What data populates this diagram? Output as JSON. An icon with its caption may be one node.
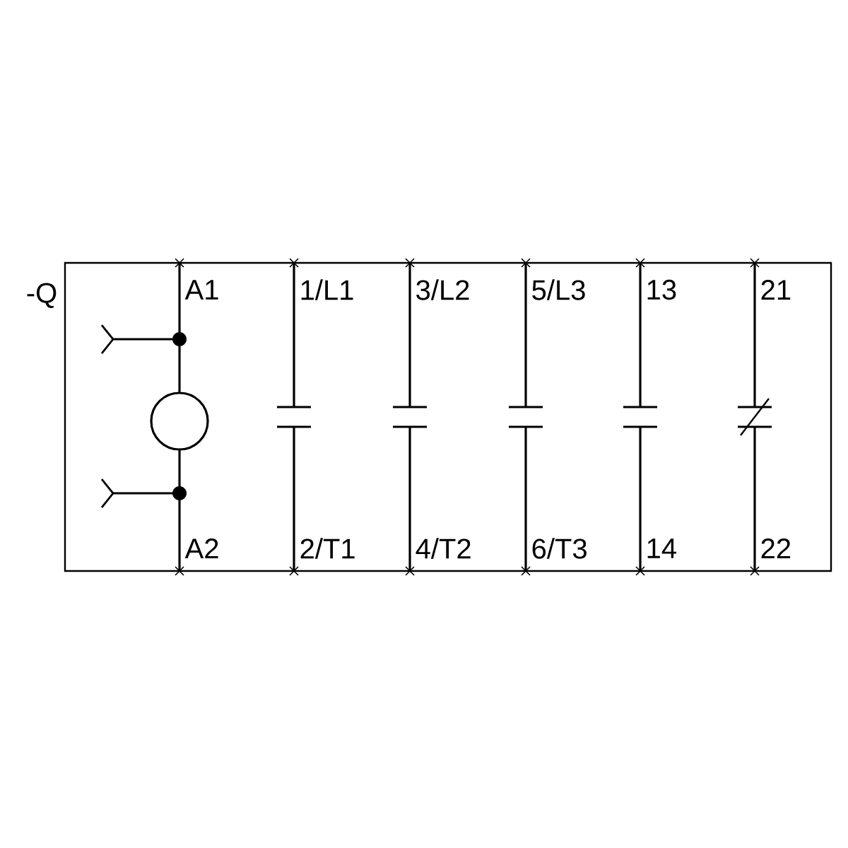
{
  "diagram": {
    "nodes": [
      {
        "text": [
          "-Q"
        ]
      }
    ],
    "labels": [
      "A1",
      "1/L1",
      "3/L2",
      "5/L3",
      "13",
      "21",
      "A2",
      "2/T1",
      "4/T2",
      "6/T3",
      "14",
      "22"
    ]
  }
}
